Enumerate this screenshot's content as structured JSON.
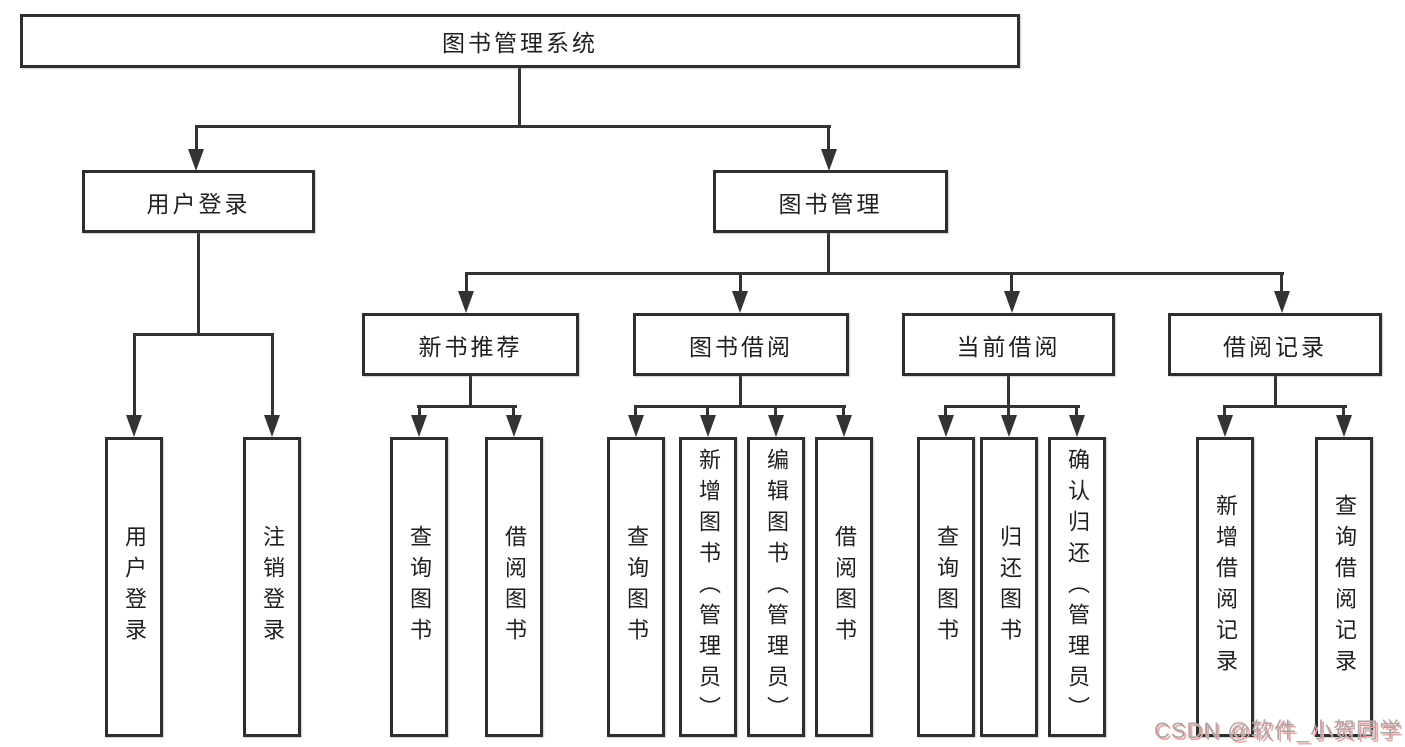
{
  "colors": {
    "line": "#333333",
    "border": "#2e2e2e",
    "text": "#1f1f1f",
    "bg": "#ffffff",
    "wm": "#a9a9a9",
    "wmshadow": "#efa3a3"
  },
  "nodes": {
    "root": {
      "label": "图书管理系统"
    },
    "level2": [
      {
        "label": "用户登录"
      },
      {
        "label": "图书管理"
      }
    ],
    "level3": [
      {
        "label": "新书推荐"
      },
      {
        "label": "图书借阅"
      },
      {
        "label": "当前借阅"
      },
      {
        "label": "借阅记录"
      }
    ],
    "leaves": [
      {
        "label": "用户登录"
      },
      {
        "label": "注销登录"
      },
      {
        "label": "查询图书"
      },
      {
        "label": "借阅图书"
      },
      {
        "label": "查询图书"
      },
      {
        "label": "新增图书（管理员）"
      },
      {
        "label": "编辑图书（管理员）"
      },
      {
        "label": "借阅图书"
      },
      {
        "label": "查询图书"
      },
      {
        "label": "归还图书"
      },
      {
        "label": "确认归还（管理员）"
      },
      {
        "label": "新增借阅记录"
      },
      {
        "label": "查询借阅记录"
      }
    ]
  },
  "watermark": {
    "text": "CSDN @软件_小贺同学"
  }
}
